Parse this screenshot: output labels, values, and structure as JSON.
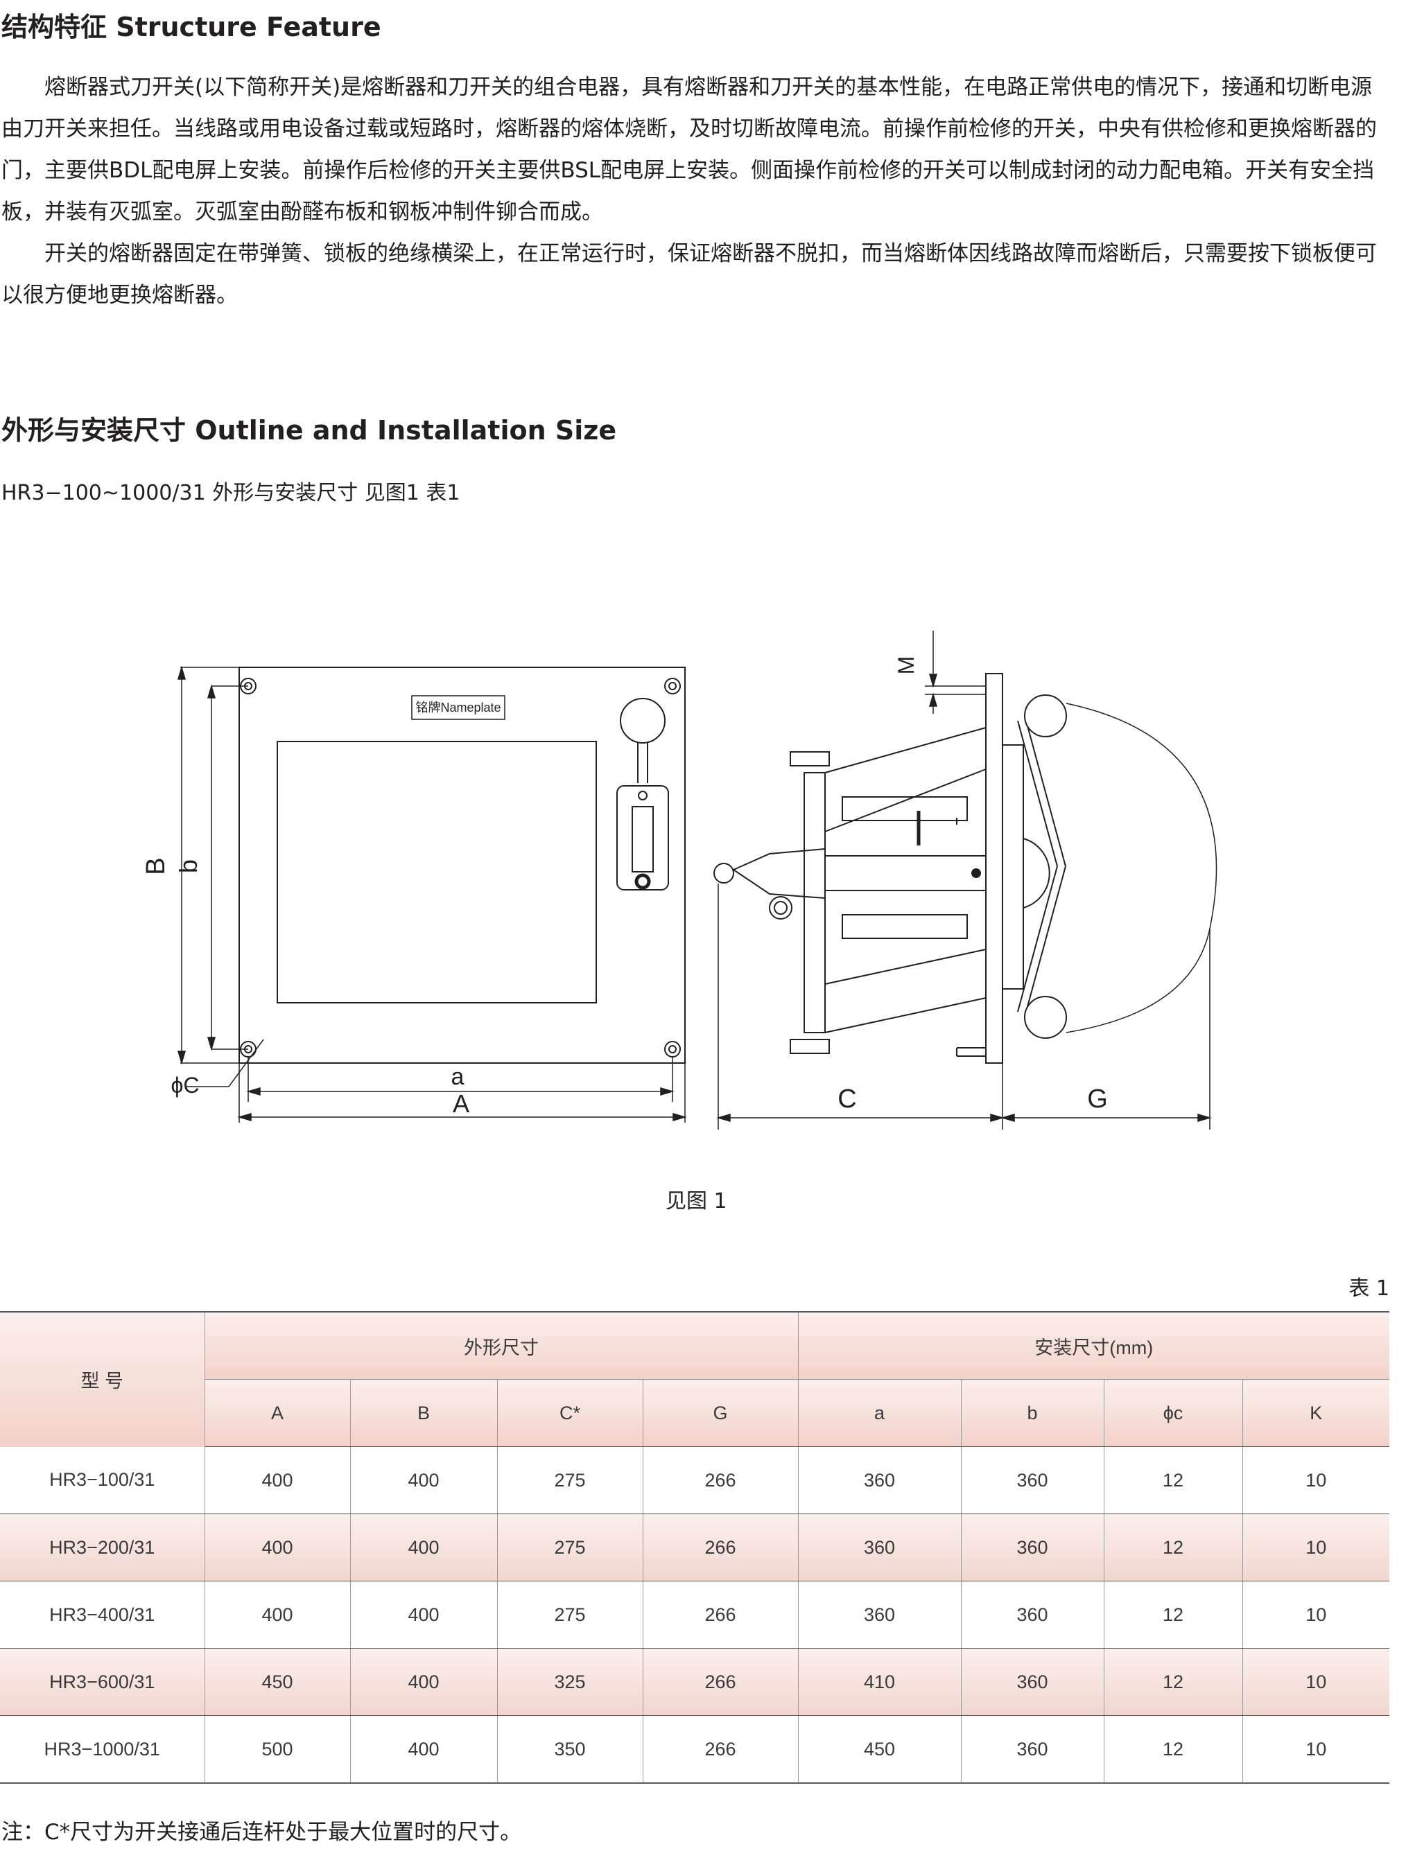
{
  "structure": {
    "heading": "结构特征 Structure Feature",
    "paragraphs": [
      "熔断器式刀开关(以下简称开关)是熔断器和刀开关的组合电器，具有熔断器和刀开关的基本性能，在电路正常供电的情况下，接通和切断电源由刀开关来担任。当线路或用电设备过载或短路时，熔断器的熔体烧断，及时切断故障电流。前操作前检修的开关，中央有供检修和更换熔断器的门，主要供BDL配电屏上安装。前操作后检修的开关主要供BSL配电屏上安装。侧面操作前检修的开关可以制成封闭的动力配电箱。开关有安全挡板，并装有灭弧室。灭弧室由酚醛布板和钢板冲制件铆合而成。",
      "开关的熔断器固定在带弹簧、锁板的绝缘横梁上，在正常运行时，保证熔断器不脱扣，而当熔断体因线路故障而熔断后，只需要按下锁板便可以很方便地更换熔断器。"
    ]
  },
  "outline": {
    "heading": "外形与安装尺寸 Outline and Installation Size",
    "caption": "HR3−100~1000/31 外形与安装尺寸 见图1  表1"
  },
  "figure": {
    "nameplate": "铭牌Nameplate",
    "labels": {
      "B": "B",
      "b": "b",
      "phiC": "ϕC",
      "a": "a",
      "A": "A",
      "C": "C",
      "G": "G",
      "M": "M"
    },
    "caption": "见图  1"
  },
  "table": {
    "caption": "表 1",
    "model_header": "型    号",
    "group_outer": "外形尺寸",
    "group_install": "安装尺寸(mm)",
    "columns": [
      "A",
      "B",
      "C*",
      "G",
      "a",
      "b",
      "ϕc",
      "K"
    ],
    "rows": [
      [
        "HR3−100/31",
        "400",
        "400",
        "275",
        "266",
        "360",
        "360",
        "12",
        "10"
      ],
      [
        "HR3−200/31",
        "400",
        "400",
        "275",
        "266",
        "360",
        "360",
        "12",
        "10"
      ],
      [
        "HR3−400/31",
        "400",
        "400",
        "275",
        "266",
        "360",
        "360",
        "12",
        "10"
      ],
      [
        "HR3−600/31",
        "450",
        "400",
        "325",
        "266",
        "410",
        "360",
        "12",
        "10"
      ],
      [
        "HR3−1000/31",
        "500",
        "400",
        "350",
        "266",
        "450",
        "360",
        "12",
        "10"
      ]
    ]
  },
  "note": "注：C*尺寸为开关接通后连杆处于最大位置时的尺寸。"
}
